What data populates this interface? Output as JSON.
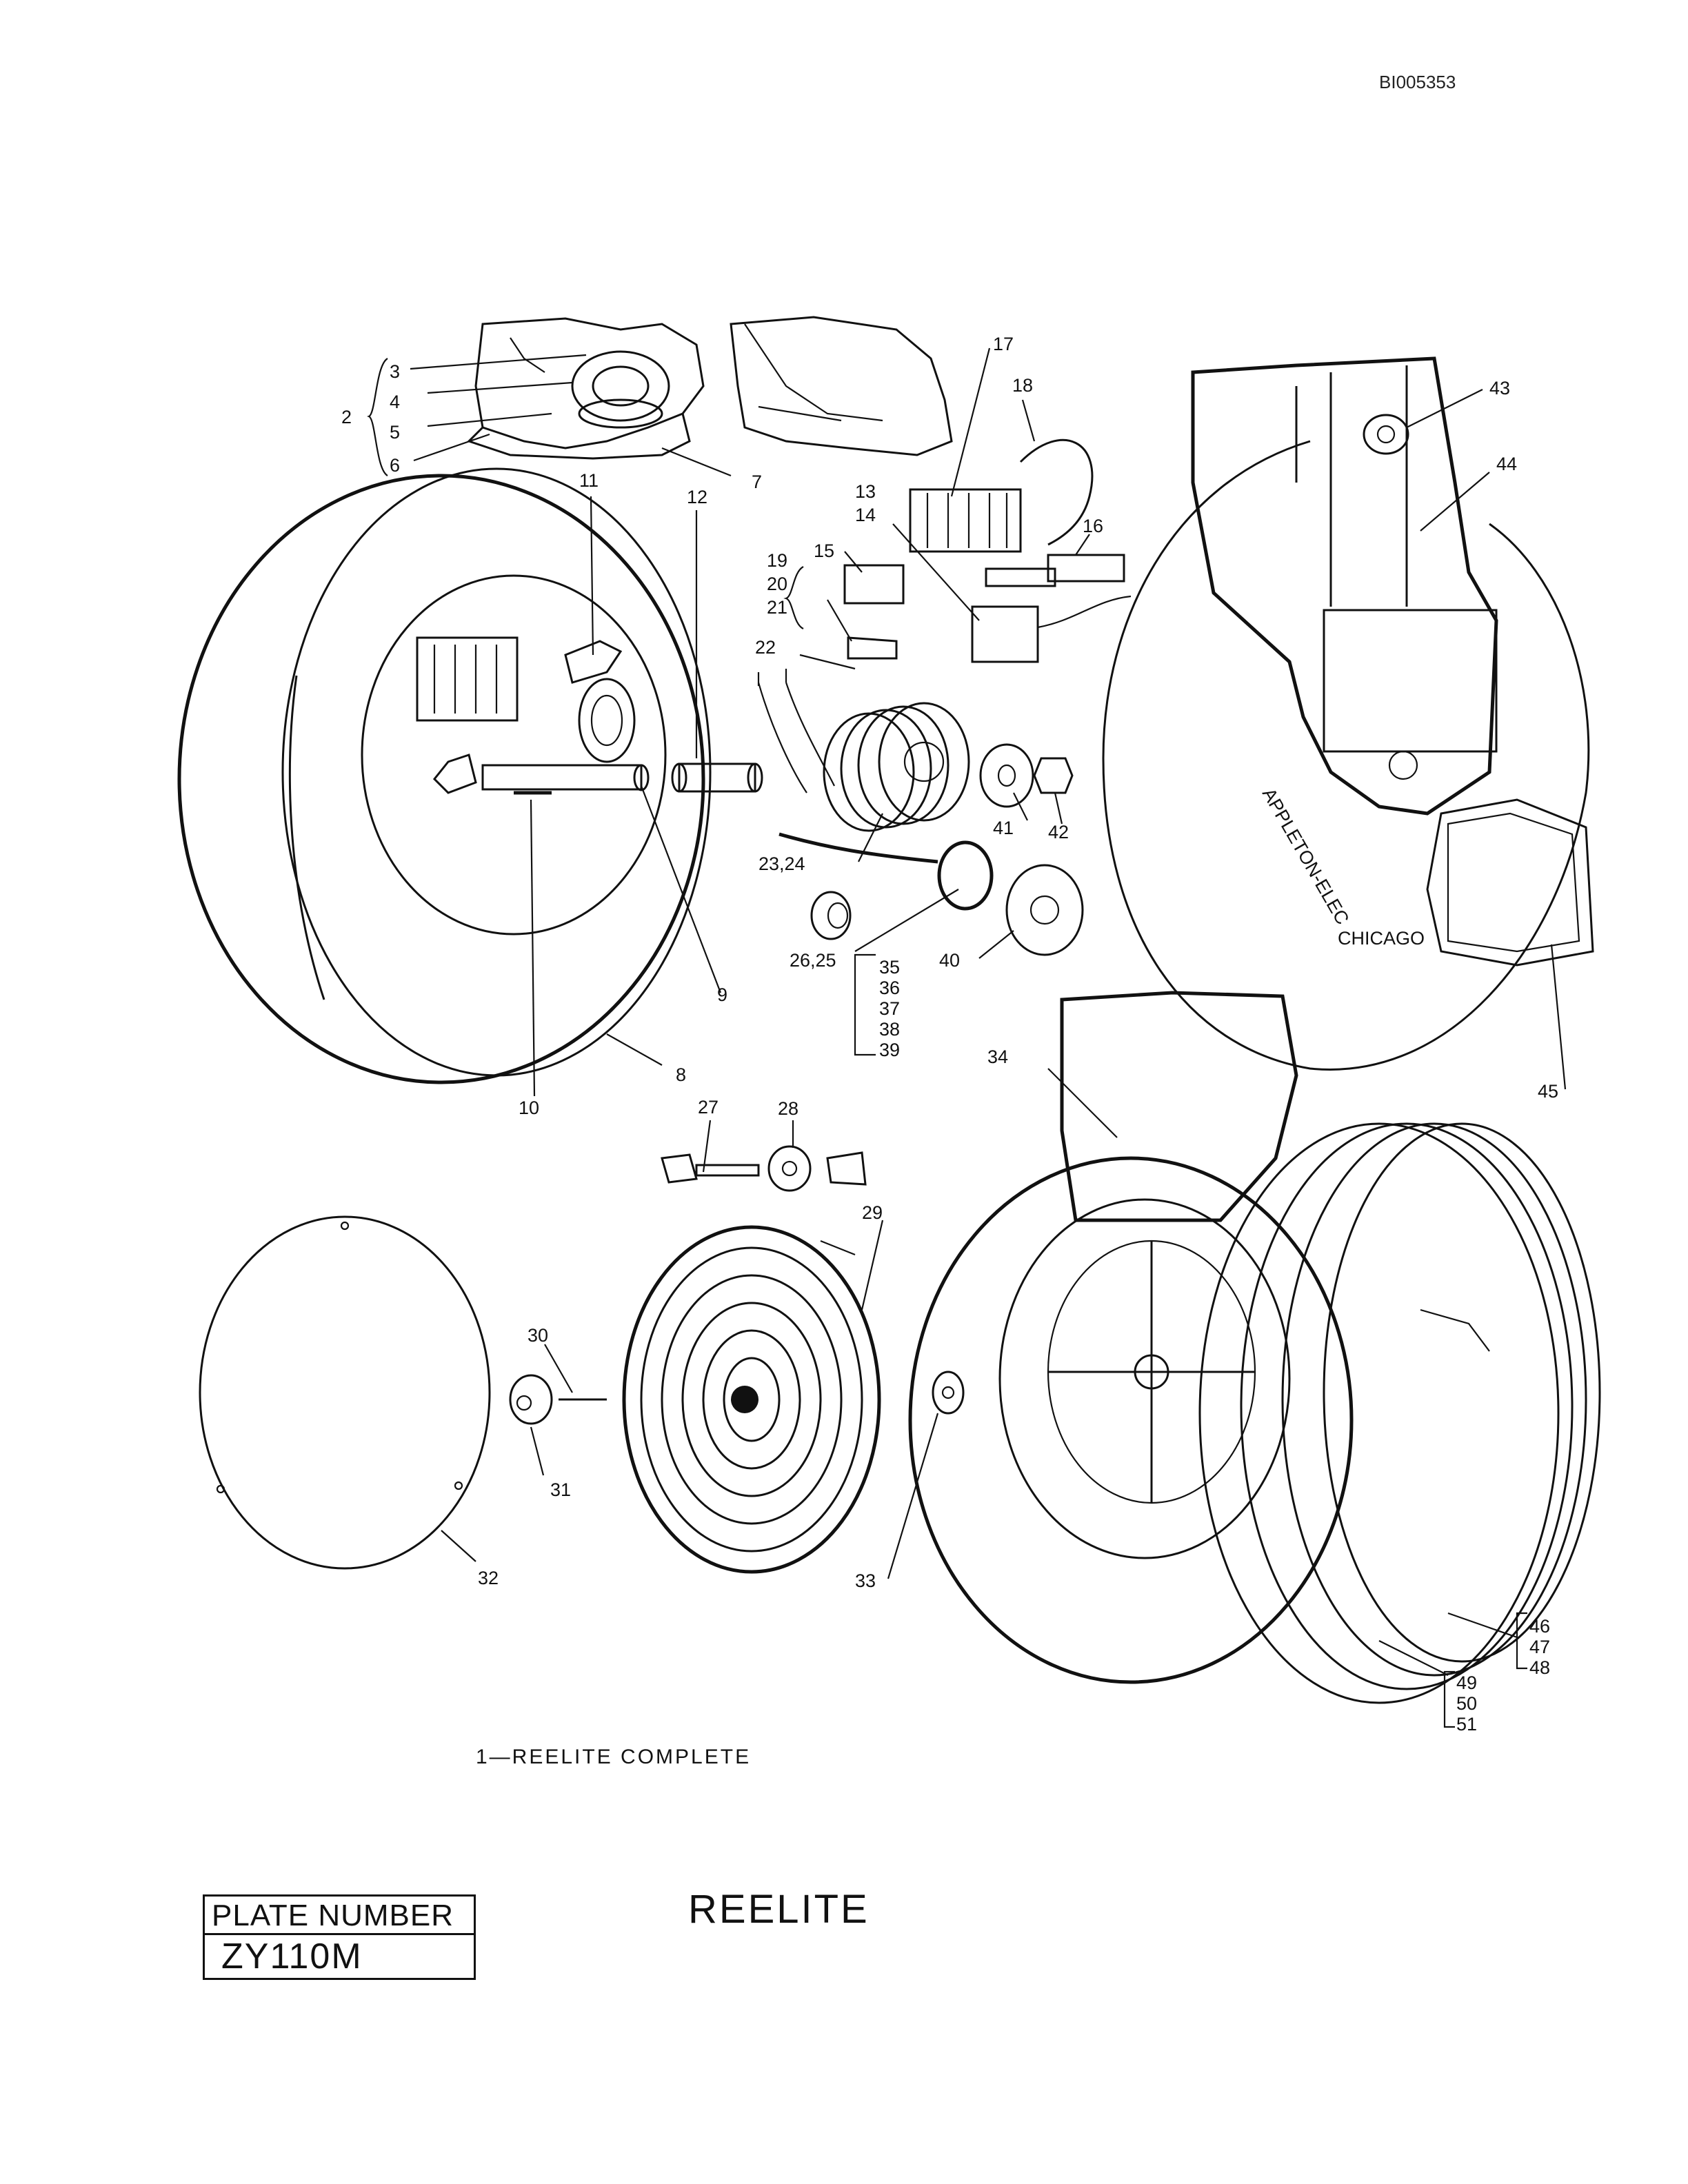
{
  "document_id": "BI005353",
  "caption": "1—REELITE   COMPLETE",
  "plate": {
    "label": "PLATE NUMBER",
    "value": "ZY110M"
  },
  "title": "REELITE",
  "housing_text": {
    "brand": "APPLETON-ELEC",
    "city": "CHICAGO"
  },
  "callouts": {
    "c2": "2",
    "c3": "3",
    "c4": "4",
    "c5": "5",
    "c6": "6",
    "c7": "7",
    "c8": "8",
    "c9": "9",
    "c10": "10",
    "c11": "11",
    "c12": "12",
    "c13_14": "13\n14",
    "c15": "15",
    "c16": "16",
    "c17": "17",
    "c18": "18",
    "c19_21": "19\n20\n21",
    "c22": "22",
    "c23_24": "23,24",
    "c26_25": "26,25",
    "c27": "27",
    "c28": "28",
    "c29": "29",
    "c30": "30",
    "c31": "31",
    "c32": "32",
    "c33": "33",
    "c34": "34",
    "c35_39": "35\n36\n37\n38\n39",
    "c40": "40",
    "c41": "41",
    "c42": "42",
    "c43": "43",
    "c44": "44",
    "c45": "45",
    "c46_48": "46\n47\n48",
    "c49_51": "49\n50\n51"
  }
}
